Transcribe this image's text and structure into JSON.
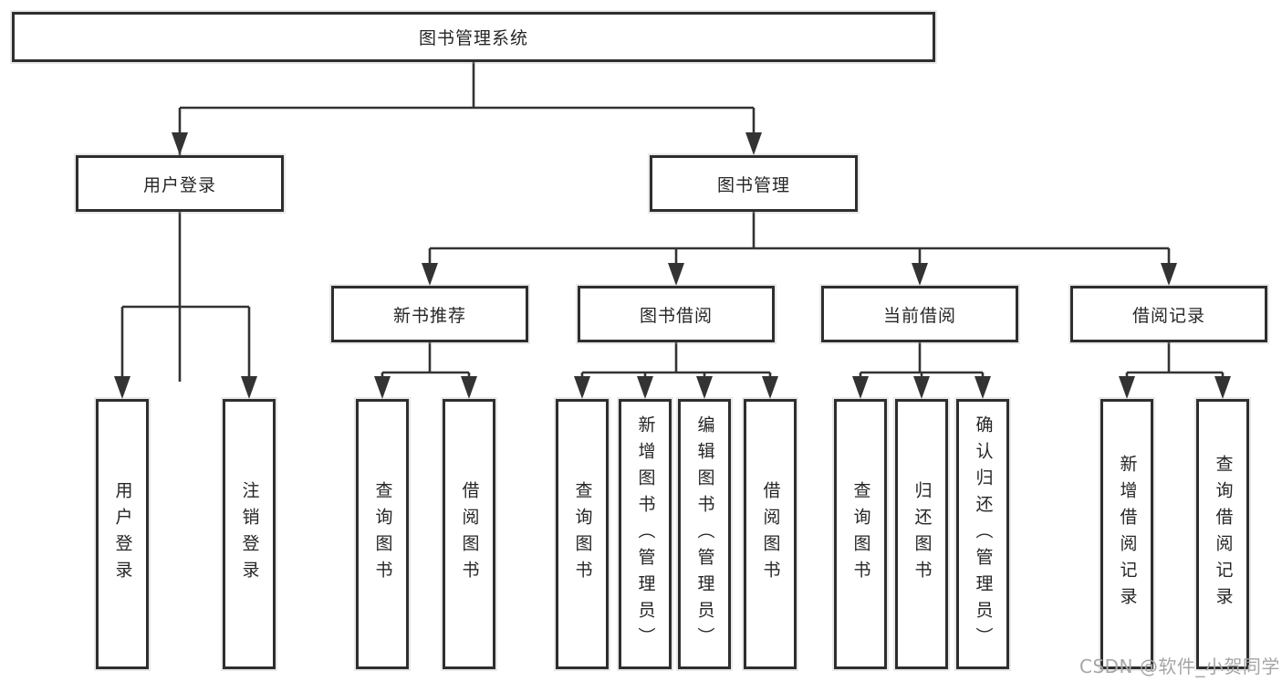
{
  "diagram": {
    "title": "图书管理系统",
    "watermark": "CSDN @软件_小贺同学",
    "colors": {
      "line": "#333333",
      "border": "#2e2e2e",
      "text": "#262626",
      "watermark": "#a6a6a6",
      "background": "#ffffff"
    },
    "root": {
      "label": "图书管理系统"
    },
    "level2": [
      {
        "id": "user-login",
        "label": "用户登录"
      },
      {
        "id": "book-management",
        "label": "图书管理"
      }
    ],
    "level3": [
      {
        "id": "new-book-recommend",
        "label": "新书推荐"
      },
      {
        "id": "book-borrowing",
        "label": "图书借阅"
      },
      {
        "id": "current-borrowing",
        "label": "当前借阅"
      },
      {
        "id": "borrowing-records",
        "label": "借阅记录"
      }
    ],
    "leaves": [
      {
        "id": "user-login-leaf",
        "parent": "user-login",
        "label": "用户登录"
      },
      {
        "id": "logout",
        "parent": "user-login",
        "label": "注销登录"
      },
      {
        "id": "query-books-1",
        "parent": "new-book-recommend",
        "label": "查询图书"
      },
      {
        "id": "borrow-books-1",
        "parent": "new-book-recommend",
        "label": "借阅图书"
      },
      {
        "id": "query-books-2",
        "parent": "book-borrowing",
        "label": "查询图书"
      },
      {
        "id": "add-books-admin",
        "parent": "book-borrowing",
        "label": "新增图书（管理员）"
      },
      {
        "id": "edit-books-admin",
        "parent": "book-borrowing",
        "label": "编辑图书（管理员）"
      },
      {
        "id": "borrow-books-2",
        "parent": "book-borrowing",
        "label": "借阅图书"
      },
      {
        "id": "query-books-3",
        "parent": "current-borrowing",
        "label": "查询图书"
      },
      {
        "id": "return-books",
        "parent": "current-borrowing",
        "label": "归还图书"
      },
      {
        "id": "confirm-return-admin",
        "parent": "current-borrowing",
        "label": "确认归还（管理员）"
      },
      {
        "id": "add-borrow-record",
        "parent": "borrowing-records",
        "label": "新增借阅记录"
      },
      {
        "id": "query-borrow-record",
        "parent": "borrowing-records",
        "label": "查询借阅记录"
      }
    ]
  }
}
